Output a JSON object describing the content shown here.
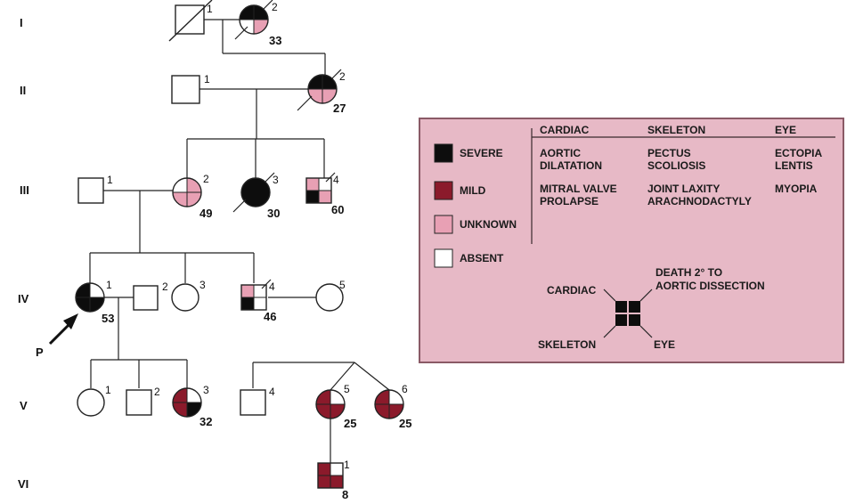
{
  "generations": [
    "I",
    "II",
    "III",
    "IV",
    "V",
    "VI"
  ],
  "proband_label": "P",
  "individuals": [
    {
      "id": "I-1",
      "num": "1",
      "age": ""
    },
    {
      "id": "I-2",
      "num": "2",
      "age": "33"
    },
    {
      "id": "II-1",
      "num": "1",
      "age": ""
    },
    {
      "id": "II-2",
      "num": "2",
      "age": "27"
    },
    {
      "id": "III-1",
      "num": "1",
      "age": ""
    },
    {
      "id": "III-2",
      "num": "2",
      "age": "49"
    },
    {
      "id": "III-3",
      "num": "3",
      "age": "30"
    },
    {
      "id": "III-4",
      "num": "4",
      "age": "60"
    },
    {
      "id": "IV-1",
      "num": "1",
      "age": "53"
    },
    {
      "id": "IV-2",
      "num": "2",
      "age": ""
    },
    {
      "id": "IV-3",
      "num": "3",
      "age": ""
    },
    {
      "id": "IV-4",
      "num": "4",
      "age": "46"
    },
    {
      "id": "IV-5",
      "num": "5",
      "age": ""
    },
    {
      "id": "V-1",
      "num": "1",
      "age": ""
    },
    {
      "id": "V-2",
      "num": "2",
      "age": ""
    },
    {
      "id": "V-3",
      "num": "3",
      "age": "32"
    },
    {
      "id": "V-4",
      "num": "4",
      "age": ""
    },
    {
      "id": "V-5",
      "num": "5",
      "age": "25"
    },
    {
      "id": "V-6",
      "num": "6",
      "age": "25"
    },
    {
      "id": "VI-1",
      "num": "1",
      "age": "8"
    }
  ],
  "legend": {
    "columns": [
      "CARDIAC",
      "SKELETON",
      "EYE"
    ],
    "severity": [
      {
        "label": "SEVERE",
        "color": "#0d0d0d",
        "cardiac": [
          "AORTIC",
          "DILATATION"
        ],
        "skeleton": [
          "PECTUS",
          "SCOLIOSIS"
        ],
        "eye": [
          "ECTOPIA",
          "LENTIS"
        ]
      },
      {
        "label": "MILD",
        "color": "#8b1a2b",
        "cardiac": [
          "MITRAL VALVE",
          "PROLAPSE"
        ],
        "skeleton": [
          "JOINT LAXITY",
          "ARACHNODACTYLY"
        ],
        "eye": [
          "MYOPIA"
        ]
      },
      {
        "label": "UNKNOWN",
        "color": "#e8a0b4",
        "cardiac": [],
        "skeleton": [],
        "eye": []
      },
      {
        "label": "ABSENT",
        "color": "#ffffff",
        "cardiac": [],
        "skeleton": [],
        "eye": []
      }
    ],
    "key_labels": {
      "cardiac": "CARDIAC",
      "death": [
        "DEATH 2° TO",
        "AORTIC DISSECTION"
      ],
      "skeleton": "SKELETON",
      "eye": "EYE"
    }
  },
  "colors": {
    "severe": "#0d0d0d",
    "mild": "#8b1a2b",
    "unknown": "#e8a0b4",
    "absent": "#ffffff",
    "legend_bg": "#e7b9c6"
  }
}
